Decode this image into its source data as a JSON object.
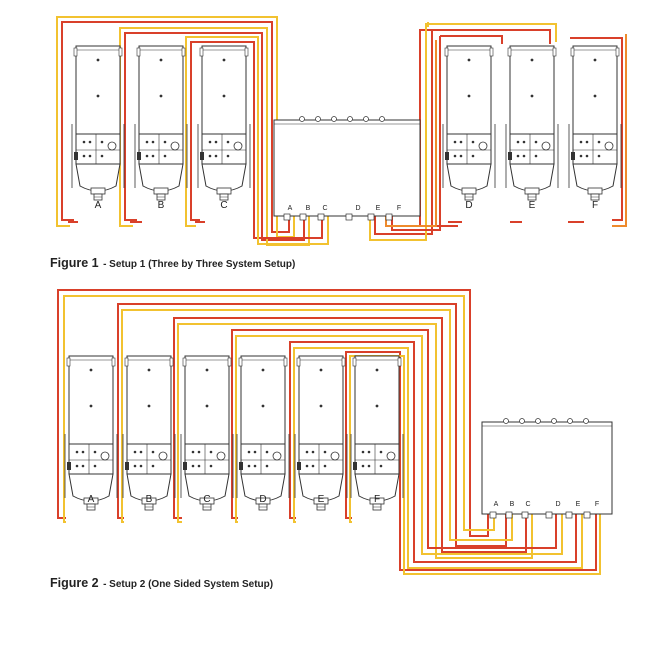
{
  "figure1": {
    "label": "Figure 1",
    "caption": "- Setup 1 (Three by Three System Setup)",
    "unit_labels": [
      "A",
      "B",
      "C",
      "D",
      "E",
      "F"
    ],
    "box_port_labels": [
      "A",
      "B",
      "C",
      "D",
      "E",
      "F"
    ]
  },
  "figure2": {
    "label": "Figure 2",
    "caption": "- Setup 2 (One Sided System Setup)",
    "unit_labels": [
      "A",
      "B",
      "C",
      "D",
      "E",
      "F"
    ],
    "box_port_labels": [
      "A",
      "B",
      "C",
      "D",
      "E",
      "F"
    ]
  },
  "colors": {
    "cable_red": "#d9402a",
    "cable_yellow": "#f2c230",
    "cable_orange": "#ee8a2c",
    "outline": "#333333"
  }
}
